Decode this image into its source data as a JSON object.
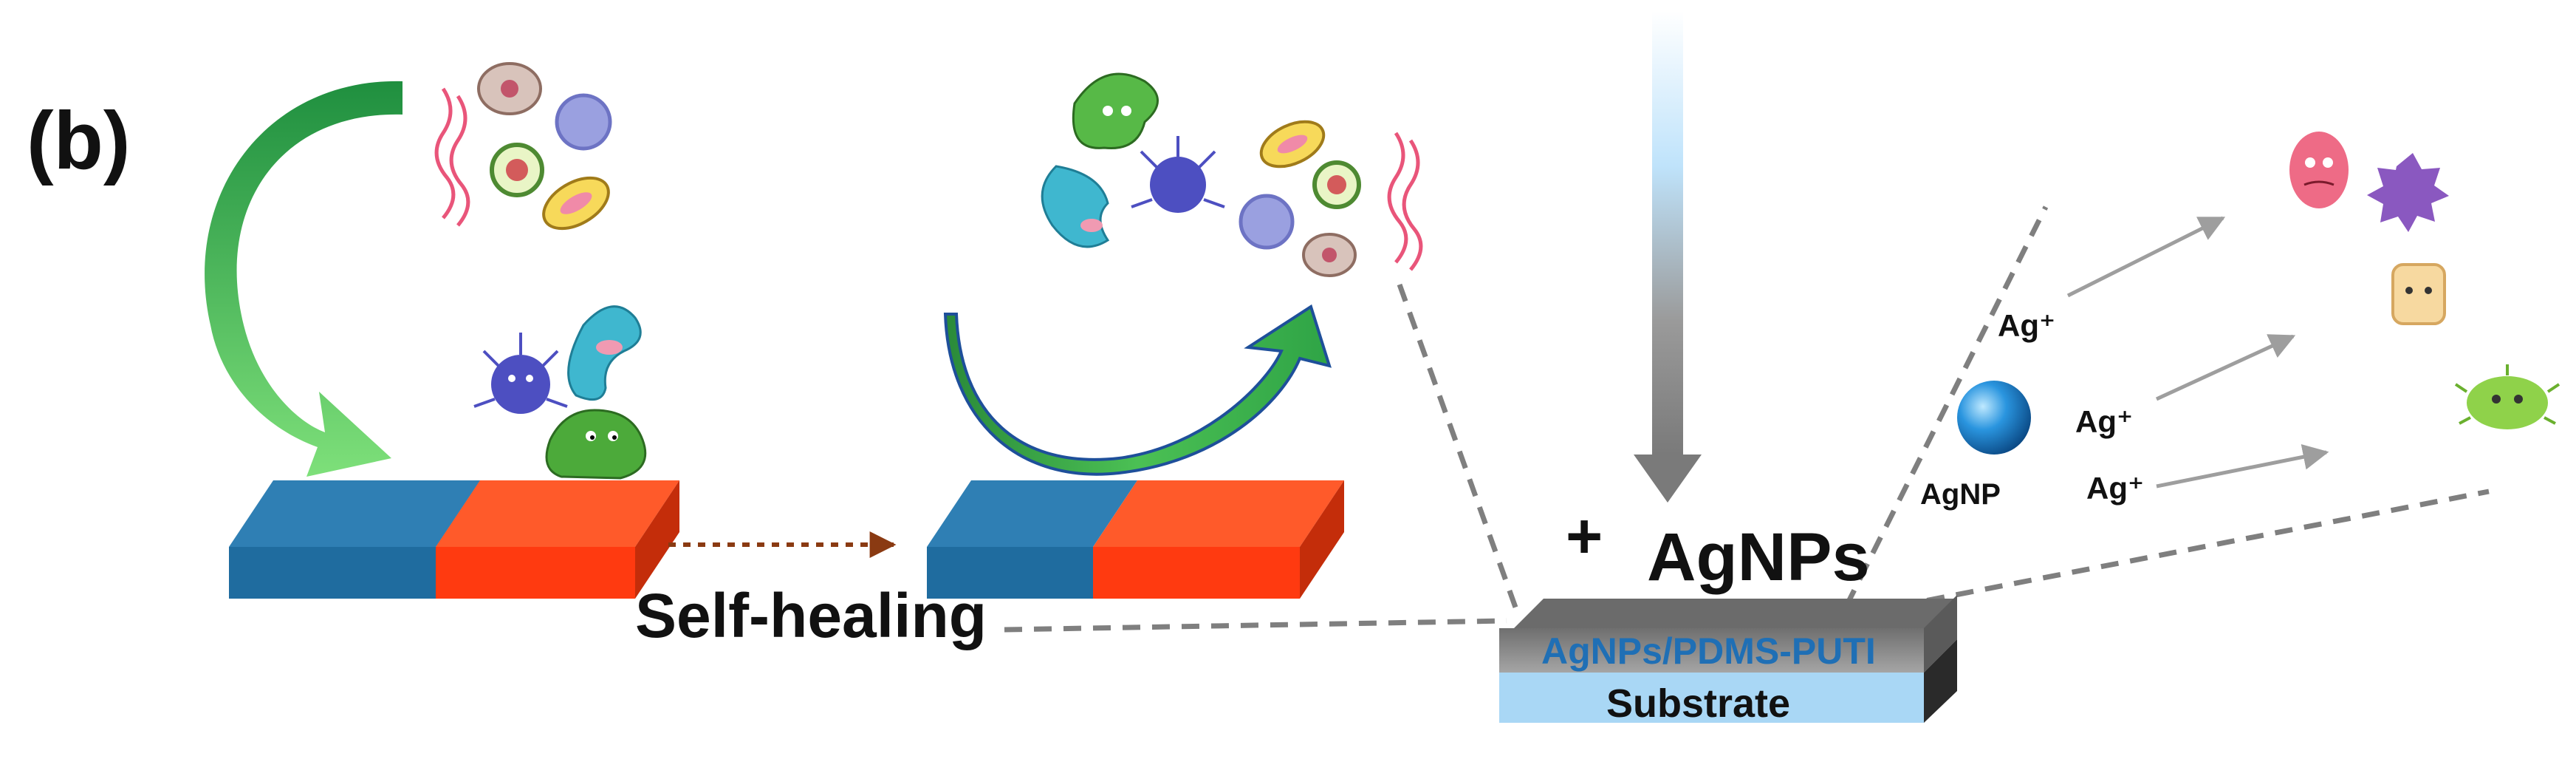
{
  "panel_label": "(b)",
  "labels": {
    "self_healing": "Self-healing",
    "plus": "+",
    "agnps": "AgNPs",
    "coating_layer": "AgNPs/PDMS-PUTI",
    "substrate": "Substrate",
    "agnp": "AgNP",
    "ag_ion_1": "Ag⁺",
    "ag_ion_2": "Ag⁺",
    "ag_ion_3": "Ag⁺"
  },
  "colors": {
    "blue_block": "#2e86b8",
    "orange_block": "#ff4d1f",
    "green_arrow": "#22a84a",
    "dashed_line": "#7f7f7f",
    "coating": "#8c8c8c",
    "substrate": "#a9d7f5",
    "coating_text": "#1f6fb5",
    "agnp_sphere": "#1e88d6"
  }
}
